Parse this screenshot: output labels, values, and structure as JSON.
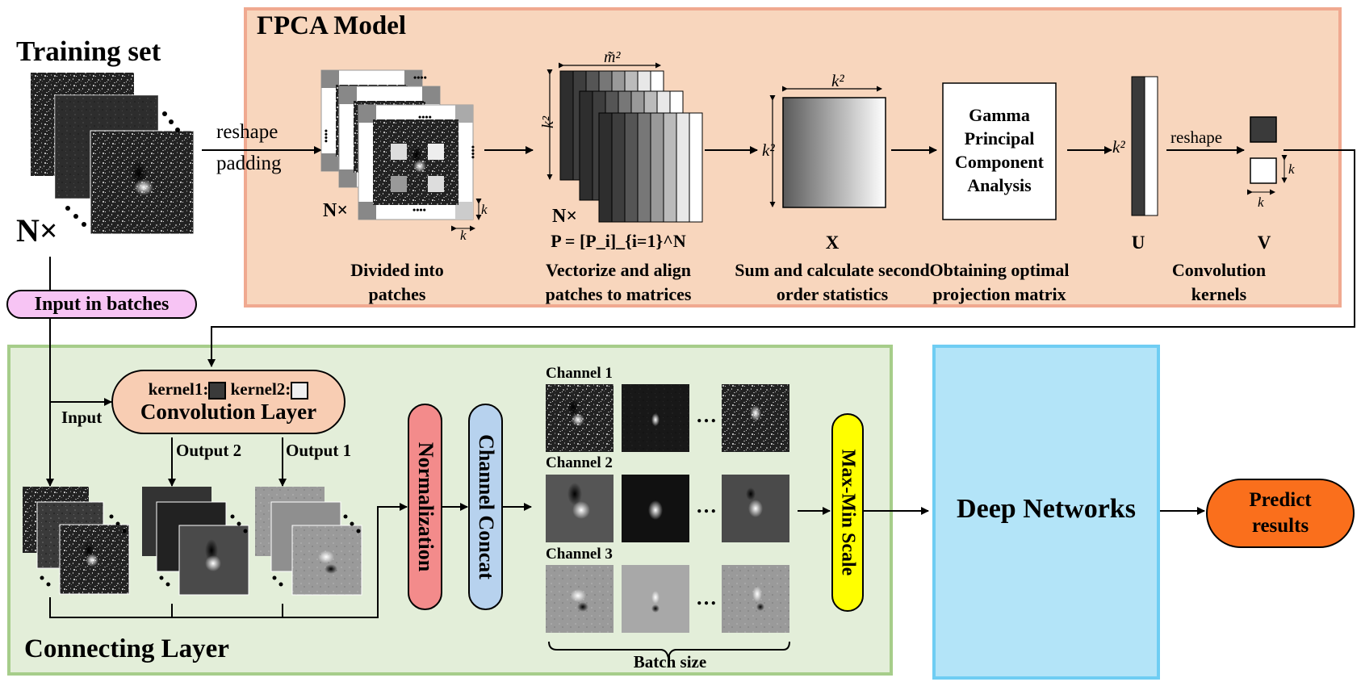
{
  "pca_model": {
    "title": "ΓPCA Model",
    "n_times": "N×",
    "stage1_caption": "Divided into patches",
    "stage2_caption": "Vectorize and align patches to matrices",
    "stage2_label": "P = [P_i]_{i=1}^N",
    "stage3_symbol": "X",
    "stage3_caption": "Sum and calculate second order statistics",
    "gpca_box": "Gamma Principal Component Analysis",
    "stage4_symbol": "U",
    "stage4_caption": "Obtaining optimal projection matrix",
    "stage5_symbol": "V",
    "stage5_caption": "Convolution kernels",
    "reshape": "reshape",
    "k": "k",
    "k2": "k²",
    "m2": "m̃²"
  },
  "training": {
    "title": "Training set",
    "n_times": "N×",
    "reshape": "reshape",
    "padding": "padding"
  },
  "input_batches": "Input in batches",
  "connecting": {
    "title": "Connecting Layer",
    "conv_kernel1": "kernel1:",
    "conv_kernel2": "kernel2:",
    "conv_title": "Convolution Layer",
    "input_label": "Input",
    "output1": "Output 1",
    "output2": "Output 2",
    "normalization": "Normalization",
    "channel_concat": "Channel Concat",
    "channel1": "Channel 1",
    "channel2": "Channel 2",
    "channel3": "Channel 3",
    "batch_size": "Batch size",
    "maxmin": "Max-Min Scale",
    "ellipsis": "…"
  },
  "deep_networks": "Deep Networks",
  "predict": "Predict results",
  "colors": {
    "pca_bg": "#f8d6bd",
    "conn_bg": "#e3eed9",
    "deep_bg": "#b3e4f8",
    "input_pill": "#f7c4f4",
    "conv_pill": "#f8cdb3",
    "normalization": "#f38b8b",
    "channel_concat": "#b7d2ee",
    "maxmin": "#ffff00",
    "predict": "#fa6f1c"
  }
}
